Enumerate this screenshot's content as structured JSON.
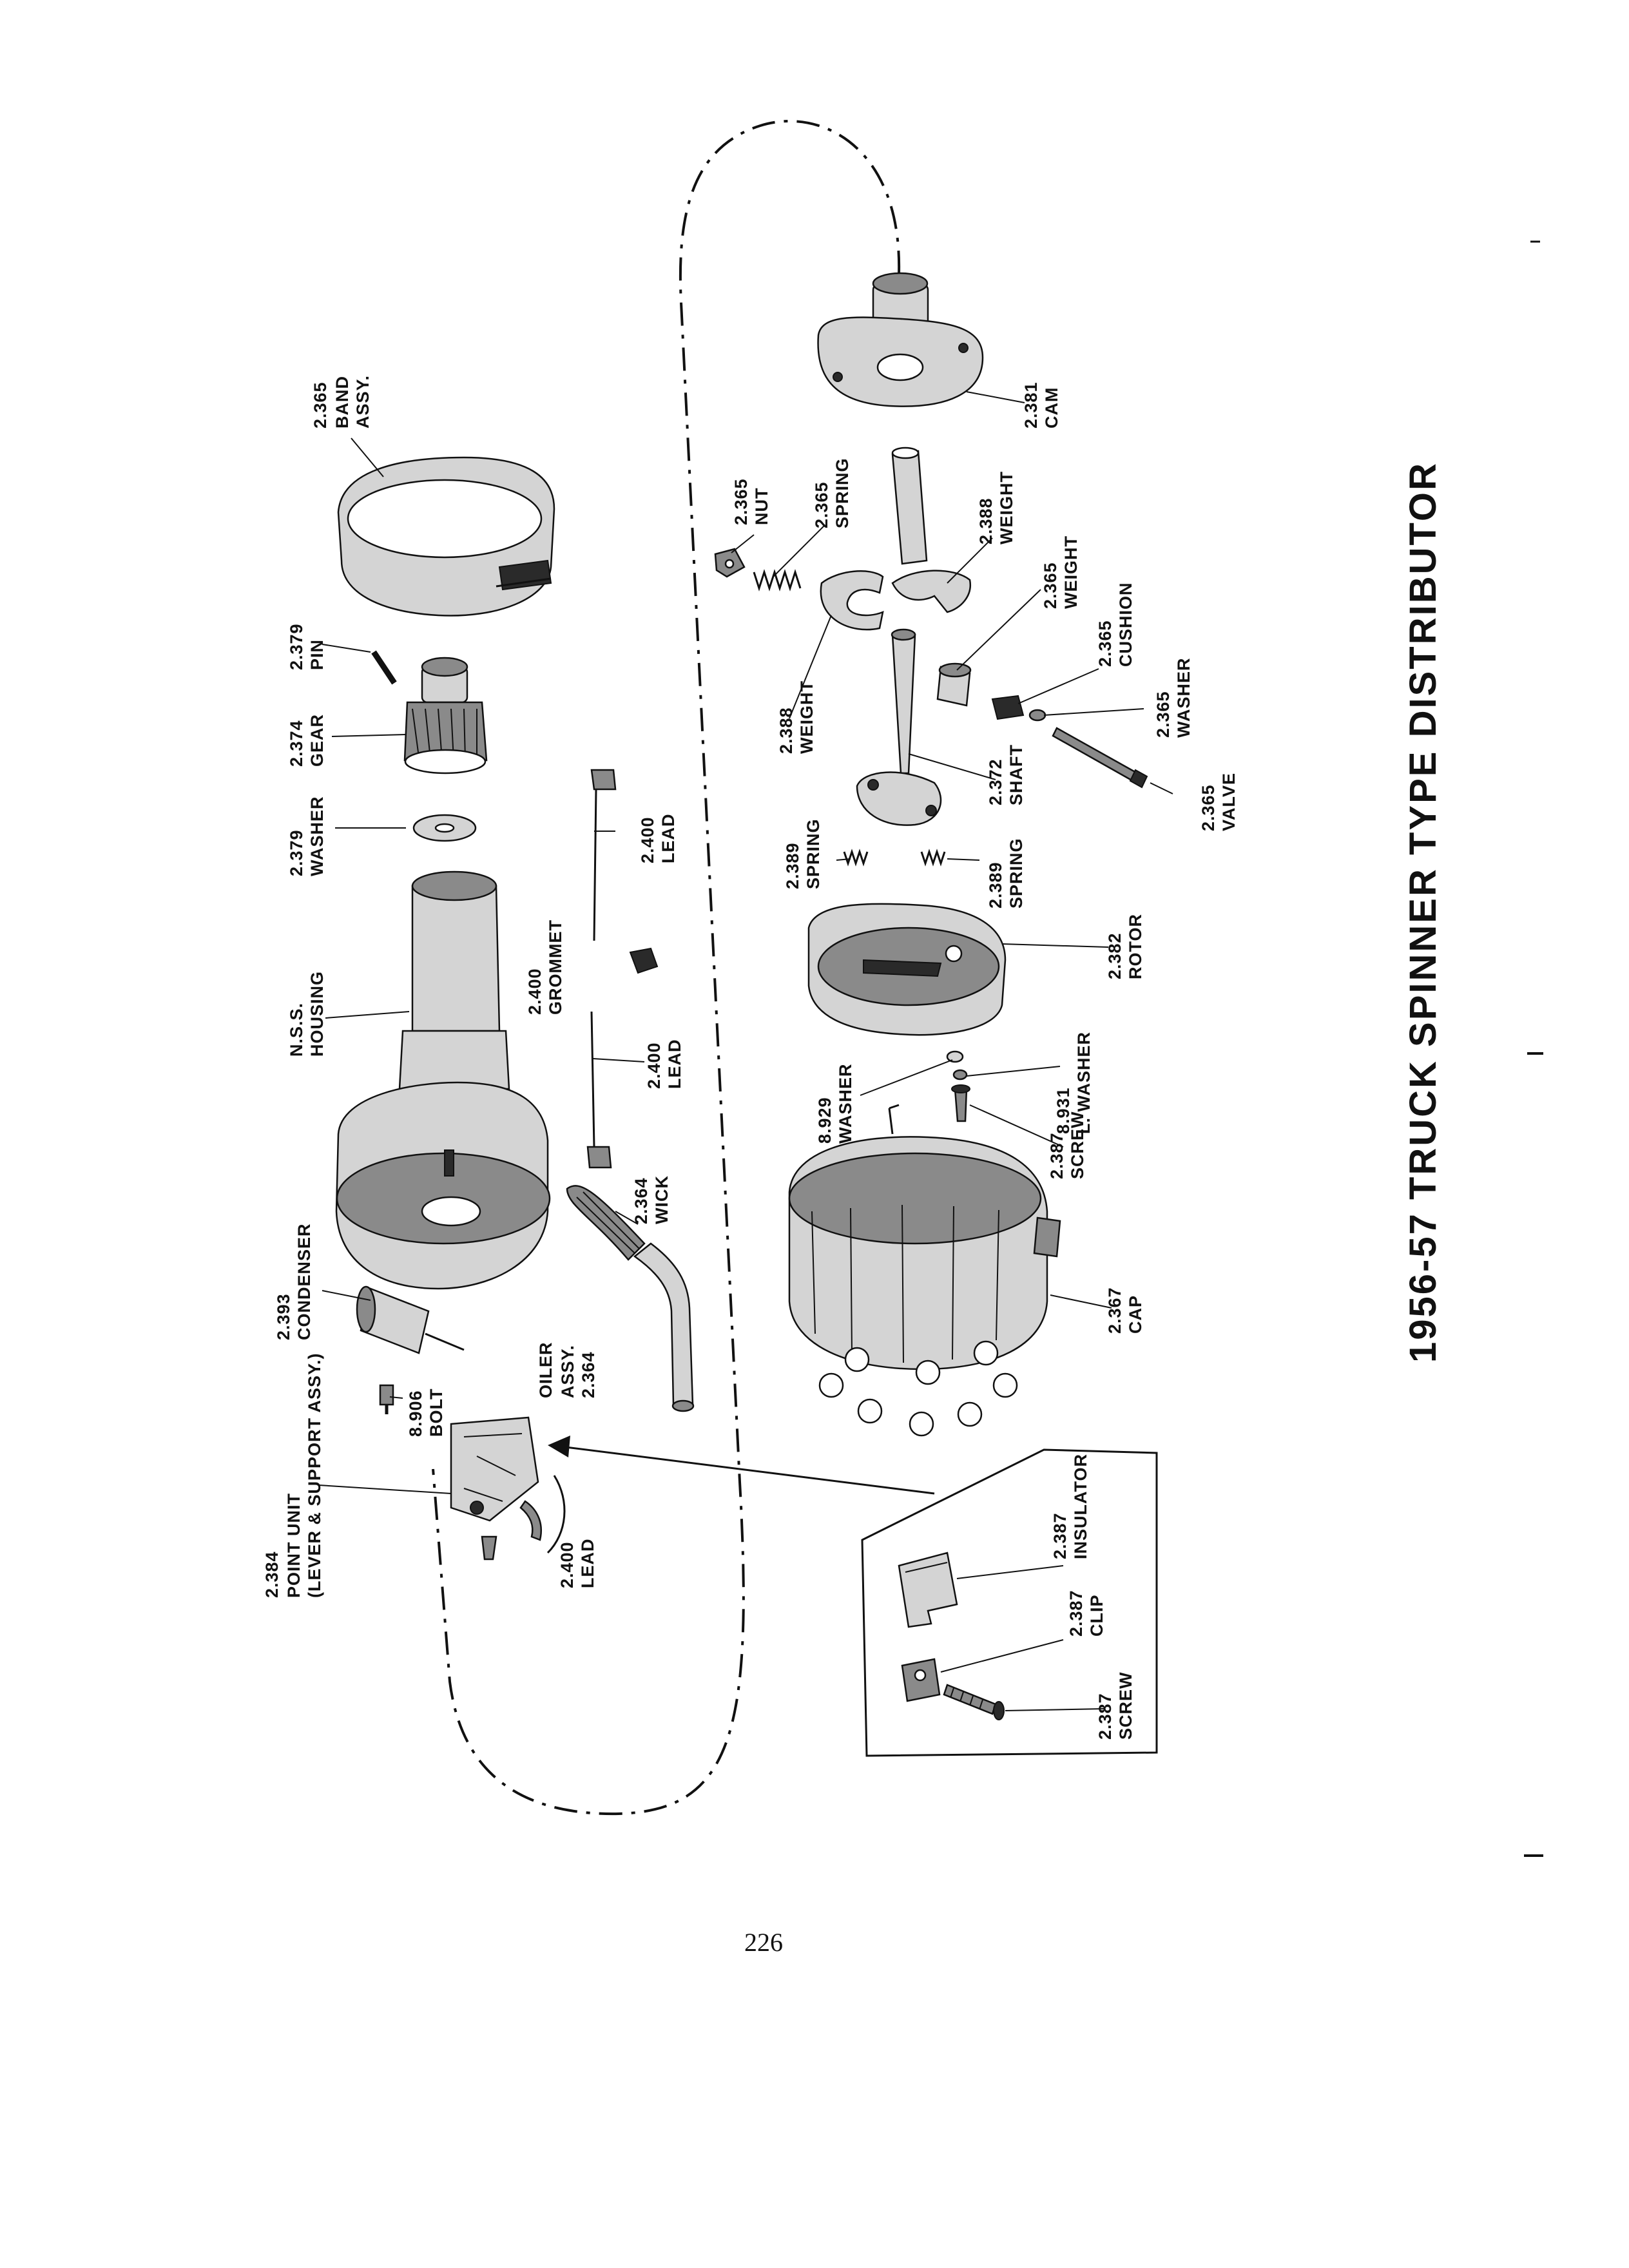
{
  "title": "1956-57 TRUCK SPINNER TYPE DISTRIBUTOR",
  "page_number": "226",
  "callouts": [
    {
      "id": "band-assy",
      "number": "2.365",
      "name": "BAND",
      "name2": "ASSY."
    },
    {
      "id": "pin",
      "number": "2.379",
      "name": "PIN"
    },
    {
      "id": "gear",
      "number": "2.374",
      "name": "GEAR"
    },
    {
      "id": "washer-gear",
      "number": "2.379",
      "name": "WASHER"
    },
    {
      "id": "housing",
      "number": "N.S.S.",
      "name": "HOUSING"
    },
    {
      "id": "condenser",
      "number": "2.393",
      "name": "CONDENSER"
    },
    {
      "id": "bolt",
      "number": "8.906",
      "name": "BOLT"
    },
    {
      "id": "point-unit",
      "number": "2.384",
      "name": "POINT UNIT",
      "name2": "(LEVER & SUPPORT ASSY.)"
    },
    {
      "id": "lead-point",
      "number": "2.400",
      "name": "LEAD"
    },
    {
      "id": "oiler-assy",
      "number": "OILER",
      "name": "ASSY.",
      "name2": "2.364"
    },
    {
      "id": "wick",
      "number": "2.364",
      "name": "WICK"
    },
    {
      "id": "lead-lower",
      "number": "2.400",
      "name": "LEAD"
    },
    {
      "id": "grommet",
      "number": "2.400",
      "name": "GROMMET"
    },
    {
      "id": "lead-upper",
      "number": "2.400",
      "name": "LEAD"
    },
    {
      "id": "nut",
      "number": "2.365",
      "name": "NUT"
    },
    {
      "id": "spring-governor",
      "number": "2.365",
      "name": "SPRING"
    },
    {
      "id": "weight-left",
      "number": "2.388",
      "name": "WEIGHT"
    },
    {
      "id": "weight-right",
      "number": "2.388",
      "name": "WEIGHT"
    },
    {
      "id": "cam",
      "number": "2.381",
      "name": "CAM"
    },
    {
      "id": "weight-cyl",
      "number": "2.365",
      "name": "WEIGHT"
    },
    {
      "id": "cushion",
      "number": "2.365",
      "name": "CUSHION"
    },
    {
      "id": "washer-valve",
      "number": "2.365",
      "name": "WASHER"
    },
    {
      "id": "valve",
      "number": "2.365",
      "name": "VALVE"
    },
    {
      "id": "shaft",
      "number": "2.372",
      "name": "SHAFT"
    },
    {
      "id": "spring-left",
      "number": "2.389",
      "name": "SPRING"
    },
    {
      "id": "spring-right",
      "number": "2.389",
      "name": "SPRING"
    },
    {
      "id": "rotor",
      "number": "2.382",
      "name": "ROTOR"
    },
    {
      "id": "washer-rotor",
      "number": "8.929",
      "name": "WASHER"
    },
    {
      "id": "lock-washer",
      "number": "8.931",
      "name": "L. WASHER"
    },
    {
      "id": "screw-rotor",
      "number": "2.387",
      "name": "SCREW"
    },
    {
      "id": "cap",
      "number": "2.367",
      "name": "CAP"
    },
    {
      "id": "insulator",
      "number": "2.387",
      "name": "INSULATOR"
    },
    {
      "id": "clip",
      "number": "2.387",
      "name": "CLIP"
    },
    {
      "id": "screw-inset",
      "number": "2.387",
      "name": "SCREW"
    }
  ]
}
